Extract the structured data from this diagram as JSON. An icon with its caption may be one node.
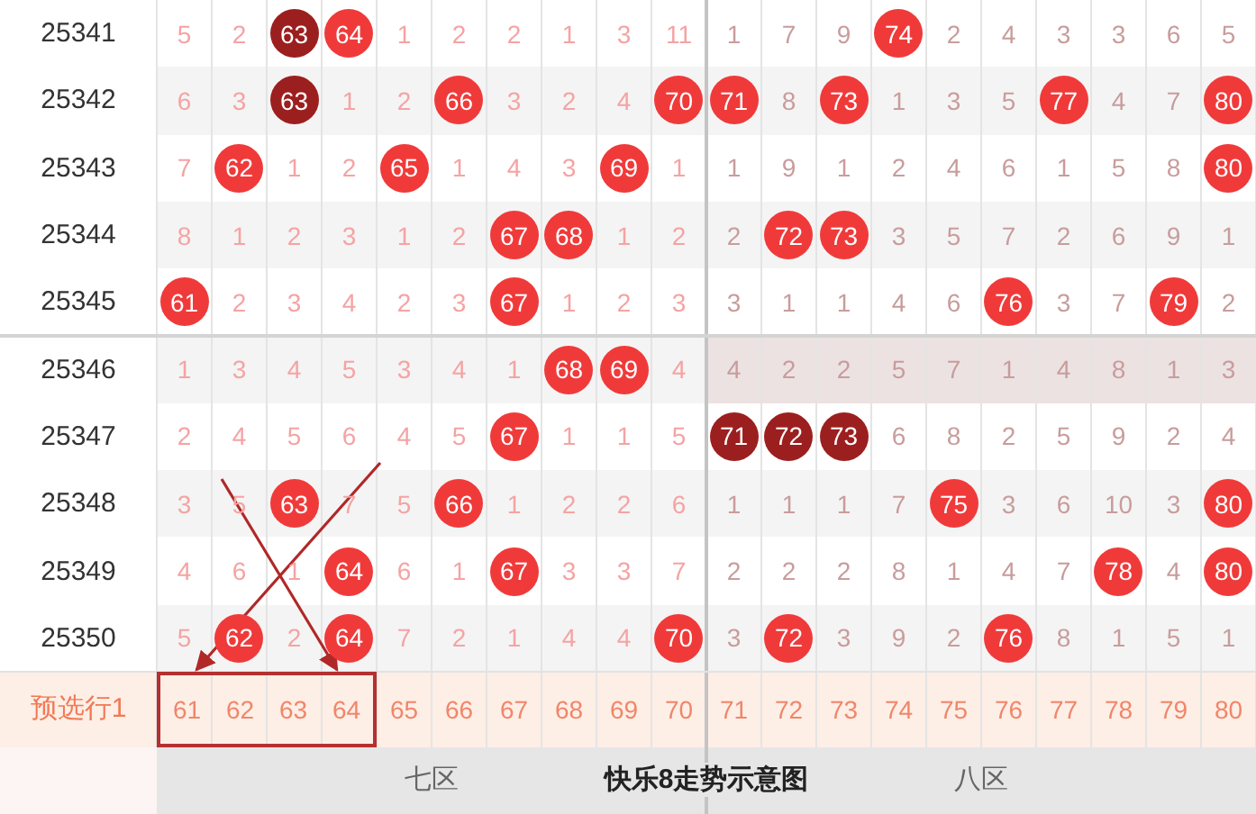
{
  "diagram": {
    "title": "快乐8走势示意图",
    "nodes": [
      {
        "text": [
          "63"
        ]
      },
      {
        "text": [
          "64"
        ]
      },
      {
        "text": [
          "74"
        ]
      },
      {
        "text": [
          "63"
        ]
      },
      {
        "text": [
          "66"
        ]
      },
      {
        "text": [
          "70"
        ]
      },
      {
        "text": [
          "71"
        ]
      },
      {
        "text": [
          "73"
        ]
      },
      {
        "text": [
          "77"
        ]
      },
      {
        "text": [
          "80"
        ]
      },
      {
        "text": [
          "62"
        ]
      },
      {
        "text": [
          "65"
        ]
      },
      {
        "text": [
          "69"
        ]
      },
      {
        "text": [
          "80"
        ]
      },
      {
        "text": [
          "67"
        ]
      },
      {
        "text": [
          "68"
        ]
      },
      {
        "text": [
          "72"
        ]
      },
      {
        "text": [
          "73"
        ]
      },
      {
        "text": [
          "61"
        ]
      },
      {
        "text": [
          "67"
        ]
      },
      {
        "text": [
          "76"
        ]
      },
      {
        "text": [
          "79"
        ]
      },
      {
        "text": [
          "68"
        ]
      },
      {
        "text": [
          "69"
        ]
      },
      {
        "text": [
          "67"
        ]
      },
      {
        "text": [
          "71"
        ]
      },
      {
        "text": [
          "72"
        ]
      },
      {
        "text": [
          "73"
        ]
      },
      {
        "text": [
          "63"
        ]
      },
      {
        "text": [
          "66"
        ]
      },
      {
        "text": [
          "75"
        ]
      },
      {
        "text": [
          "80"
        ]
      },
      {
        "text": [
          "64"
        ]
      },
      {
        "text": [
          "67"
        ]
      },
      {
        "text": [
          "78"
        ]
      },
      {
        "text": [
          "80"
        ]
      },
      {
        "text": [
          "62"
        ]
      },
      {
        "text": [
          "64"
        ]
      },
      {
        "text": [
          "70"
        ]
      },
      {
        "text": [
          "72"
        ]
      },
      {
        "text": [
          "76"
        ]
      },
      {
        "text": [
          "61",
          "62",
          "63",
          "64"
        ]
      }
    ],
    "edges": [
      {
        "from": null,
        "to": 41,
        "arrow": "to"
      },
      {
        "from": null,
        "to": 41,
        "arrow": "to"
      }
    ],
    "labels": [
      "25341",
      "5",
      "2",
      "1",
      "2",
      "2",
      "1",
      "3",
      "11",
      "1",
      "7",
      "9",
      "2",
      "4",
      "3",
      "3",
      "6",
      "5",
      "25342",
      "6",
      "3",
      "1",
      "2",
      "3",
      "2",
      "4",
      "8",
      "1",
      "3",
      "5",
      "4",
      "7",
      "25343",
      "7",
      "1",
      "2",
      "1",
      "4",
      "3",
      "1",
      "1",
      "9",
      "1",
      "2",
      "4",
      "6",
      "1",
      "5",
      "8",
      "25344",
      "8",
      "1",
      "2",
      "3",
      "1",
      "2",
      "1",
      "2",
      "2",
      "3",
      "5",
      "7",
      "2",
      "6",
      "9",
      "1",
      "25345",
      "2",
      "3",
      "4",
      "2",
      "3",
      "1",
      "2",
      "3",
      "3",
      "1",
      "1",
      "4",
      "6",
      "3",
      "7",
      "2",
      "25346",
      "1",
      "3",
      "4",
      "5",
      "3",
      "4",
      "1",
      "4",
      "4",
      "2",
      "2",
      "5",
      "7",
      "1",
      "4",
      "8",
      "1",
      "3",
      "25347",
      "2",
      "4",
      "5",
      "6",
      "4",
      "5",
      "1",
      "1",
      "5",
      "6",
      "8",
      "2",
      "5",
      "9",
      "2",
      "4",
      "25348",
      "3",
      "5",
      "7",
      "5",
      "1",
      "2",
      "2",
      "6",
      "1",
      "1",
      "1",
      "7",
      "3",
      "6",
      "10",
      "3",
      "25349",
      "4",
      "6",
      "1",
      "6",
      "1",
      "3",
      "3",
      "7",
      "2",
      "2",
      "2",
      "8",
      "1",
      "4",
      "7",
      "4",
      "25350",
      "5",
      "2",
      "7",
      "2",
      "1",
      "4",
      "4",
      "3",
      "3",
      "9",
      "2",
      "8",
      "1",
      "5",
      "1",
      "预选行1",
      "65",
      "66",
      "67",
      "68",
      "69",
      "70",
      "71",
      "72",
      "73",
      "74",
      "75",
      "76",
      "77",
      "78",
      "79",
      "80",
      "七区",
      "八区"
    ]
  }
}
